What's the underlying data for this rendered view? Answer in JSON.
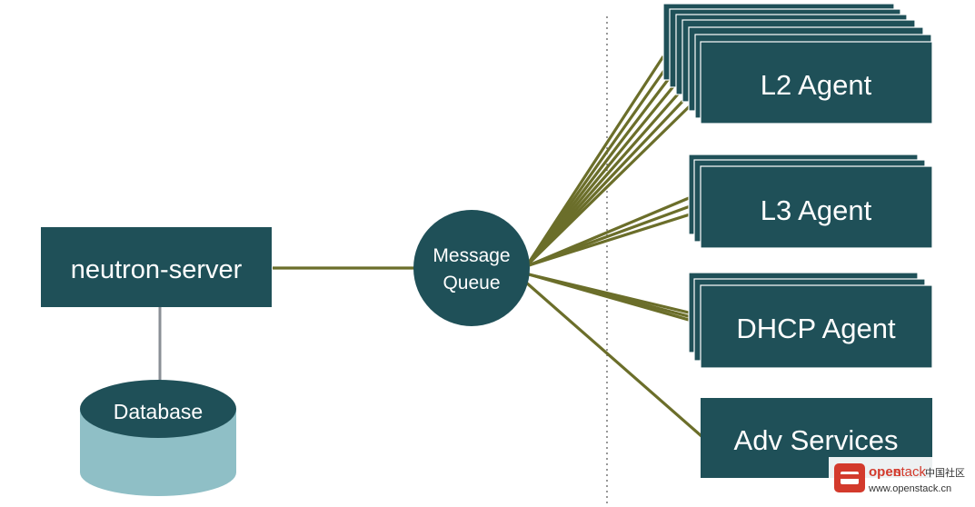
{
  "nodes": {
    "neutron_server": "neutron-server",
    "database": "Database",
    "message_queue_line1": "Message",
    "message_queue_line2": "Queue",
    "l2_agent": "L2 Agent",
    "l3_agent": "L3 Agent",
    "dhcp_agent": "DHCP Agent",
    "adv_services": "Adv Services"
  },
  "watermark": {
    "brand_open": "open",
    "brand_stack": "stack",
    "brand_cn": "中国社区",
    "url": "www.openstack.cn"
  },
  "colors": {
    "box": "#1f5058",
    "box_border": "#ffffff",
    "line": "#6b6e2a",
    "db_body": "#8fbfc6",
    "db_top": "#1f5058",
    "db_link": "#8a8f96",
    "divider": "#555555",
    "brand_red": "#d33a2c"
  }
}
